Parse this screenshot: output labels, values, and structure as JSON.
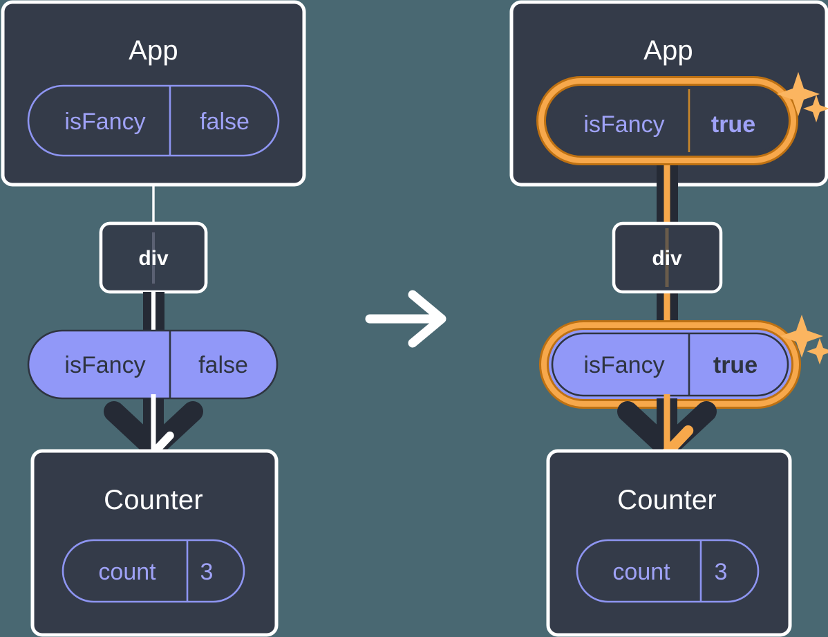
{
  "diagram": {
    "type": "react-state-props-flow",
    "title_text": "",
    "background_color": "#496872",
    "colors": {
      "background": "#496872",
      "card_fill": "#343B49",
      "card_stroke": "#FFFFFF",
      "accent_purple": "#9198F8",
      "accent_purple_text": "#9FA2F7",
      "dark_text": "#2E3440",
      "highlight_orange_light": "#F7A84B",
      "highlight_orange_dark": "#BE7112",
      "sparkle": "#FBB560",
      "edge_dark": "#252A35",
      "edge_white": "#FFFFFF"
    },
    "transition_arrow_icon": "arrow-right-icon"
  },
  "panels": [
    {
      "id": "before",
      "app": {
        "title": "App",
        "state_pill": {
          "key": "isFancy",
          "value": "false",
          "style": "outline",
          "highlighted": false,
          "value_bold": false
        }
      },
      "div": {
        "label": "div"
      },
      "props_pill": {
        "key": "isFancy",
        "value": "false",
        "style": "filled",
        "highlighted": false,
        "value_bold": false
      },
      "counter": {
        "title": "Counter",
        "state_pill": {
          "key": "count",
          "value": "3",
          "style": "outline",
          "highlighted": false,
          "value_bold": false
        }
      },
      "sparkles": false
    },
    {
      "id": "after",
      "app": {
        "title": "App",
        "state_pill": {
          "key": "isFancy",
          "value": "true",
          "style": "outline",
          "highlighted": true,
          "value_bold": true
        }
      },
      "div": {
        "label": "div"
      },
      "props_pill": {
        "key": "isFancy",
        "value": "true",
        "style": "filled",
        "highlighted": true,
        "value_bold": true
      },
      "counter": {
        "title": "Counter",
        "state_pill": {
          "key": "count",
          "value": "3",
          "style": "outline",
          "highlighted": false,
          "value_bold": false
        }
      },
      "sparkles": true
    }
  ]
}
